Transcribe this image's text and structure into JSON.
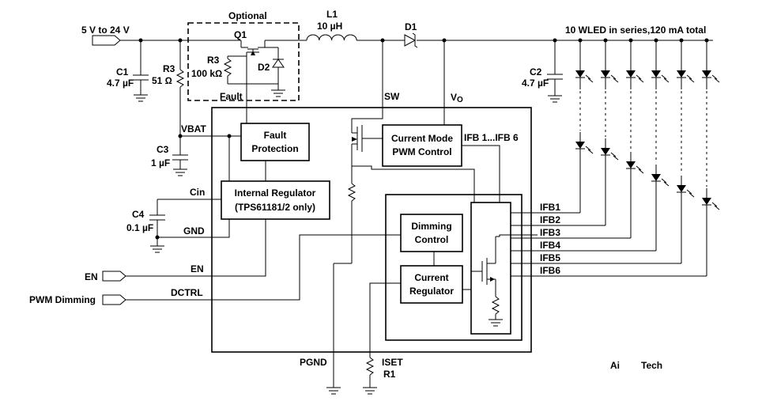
{
  "labels": {
    "input_range": "5  V to  24  V",
    "optional": "Optional",
    "q1": "Q1",
    "l1": "L1",
    "l1_value": "10 µH",
    "d1": "D1",
    "led_header": "10 WLED in series,120  mA total",
    "c1": "C1",
    "c1_value": "4.7 µF",
    "r3_left": "R3",
    "r3_left_value": "51 Ω",
    "r3_gate": "R3",
    "r3_gate_value": "100 kΩ",
    "d2": "D2",
    "fault": "Fault",
    "c2": "C2",
    "c2_value": "4.7 µF",
    "sw": "SW",
    "vo_v": "V",
    "vo_sub": "O",
    "vbat": "VBAT",
    "c3": "C3",
    "c3_value": "1 µF",
    "cin": "Cin",
    "c4": "C4",
    "c4_value": "0.1 µF",
    "gnd": "GND",
    "en_pin": "EN",
    "en_input": "EN",
    "dctrl": "DCTRL",
    "pwm_input": "PWM Dimming",
    "pgnd": "PGND",
    "iset": "ISET",
    "r1": "R1",
    "ifb_range": "IFB 1...IFB 6",
    "ifb": [
      "IFB1",
      "IFB2",
      "IFB3",
      "IFB4",
      "IFB5",
      "IFB6"
    ]
  },
  "blocks": {
    "fault_protection": [
      "Fault",
      "Protection"
    ],
    "internal_regulator": [
      "Internal Regulator",
      "(TPS61181/2 only)"
    ],
    "pwm_control": [
      "Current Mode",
      "PWM Control"
    ],
    "dimming_control": [
      "Dimming",
      "Control"
    ],
    "current_regulator": [
      "Current",
      "Regulator"
    ]
  },
  "logo": {
    "part1": "Ai",
    "part2": "Tech",
    "accent_color": "#2a9d3f"
  }
}
